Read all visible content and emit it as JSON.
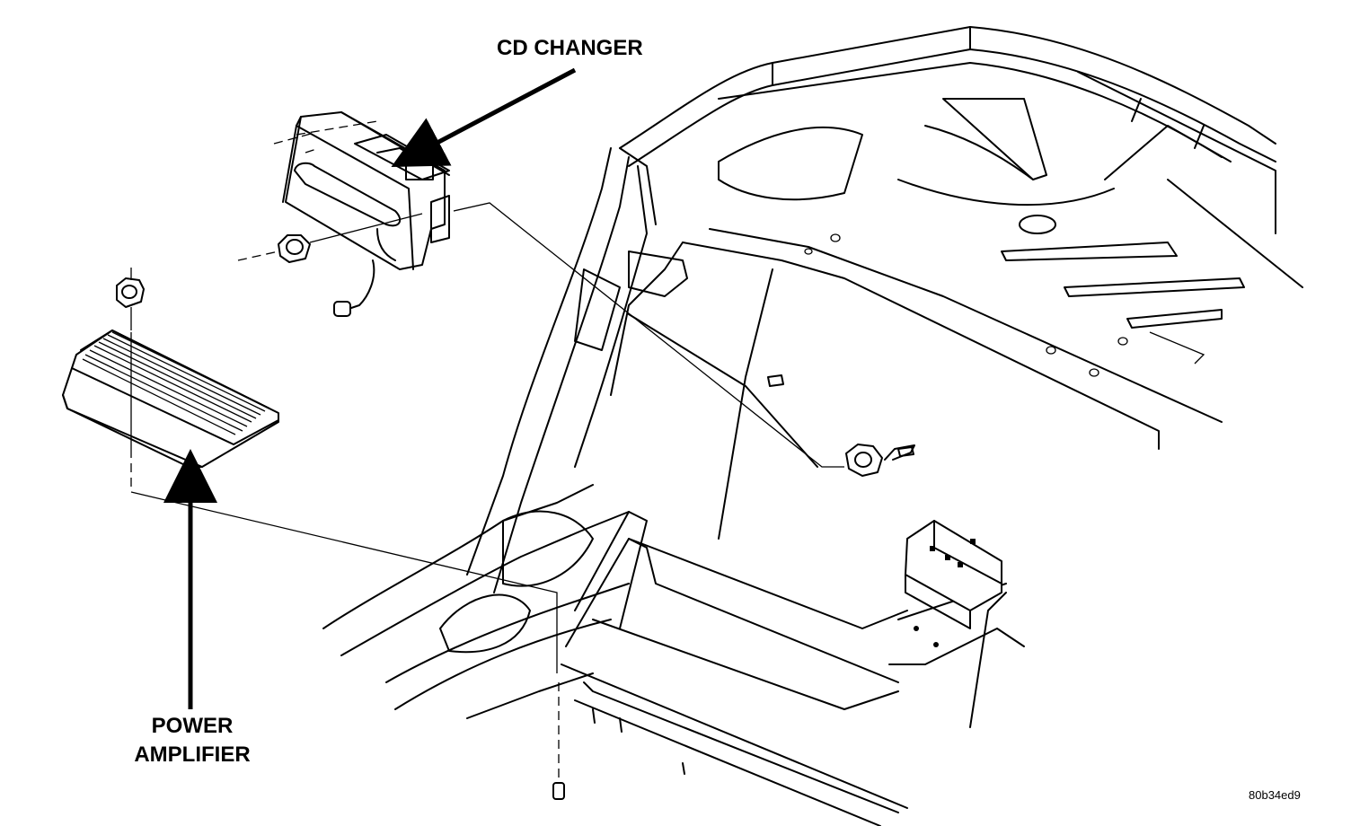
{
  "labels": {
    "cd_changer": "CD CHANGER",
    "power_amplifier_line1": "POWER",
    "power_amplifier_line2": "AMPLIFIER"
  },
  "figure_id": "80b34ed9"
}
